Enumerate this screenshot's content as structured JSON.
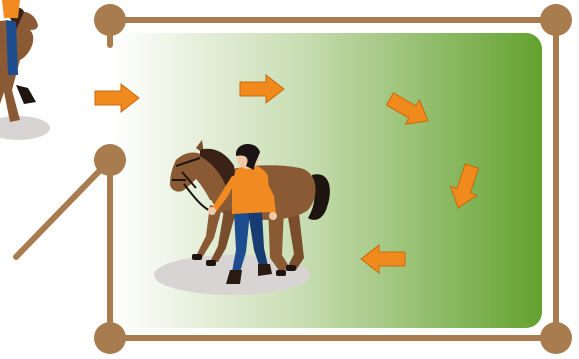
{
  "scene": {
    "colors": {
      "fence": "#a97c4f",
      "fence_post": "#a97c4f",
      "arena_light": "#ffffff",
      "arena_dark": "#63a22f",
      "arrow": "#f08a1c",
      "arrow_stroke": "#c96a10",
      "horse_body": "#8a5a34",
      "horse_dark": "#3a2216",
      "horse_tail": "#1e1410",
      "shadow": "#d8d4d4",
      "shirt": "#f28a22",
      "jeans": "#1e4d8f",
      "skin": "#f0c9a8",
      "hair": "#1a1414",
      "boots": "#2a1a12"
    },
    "arrow_directions": [
      "east",
      "east",
      "southeast",
      "south-southwest",
      "west"
    ],
    "icons": [
      "fence-icon",
      "horse-icon",
      "handler-icon",
      "arrow-icon"
    ]
  }
}
